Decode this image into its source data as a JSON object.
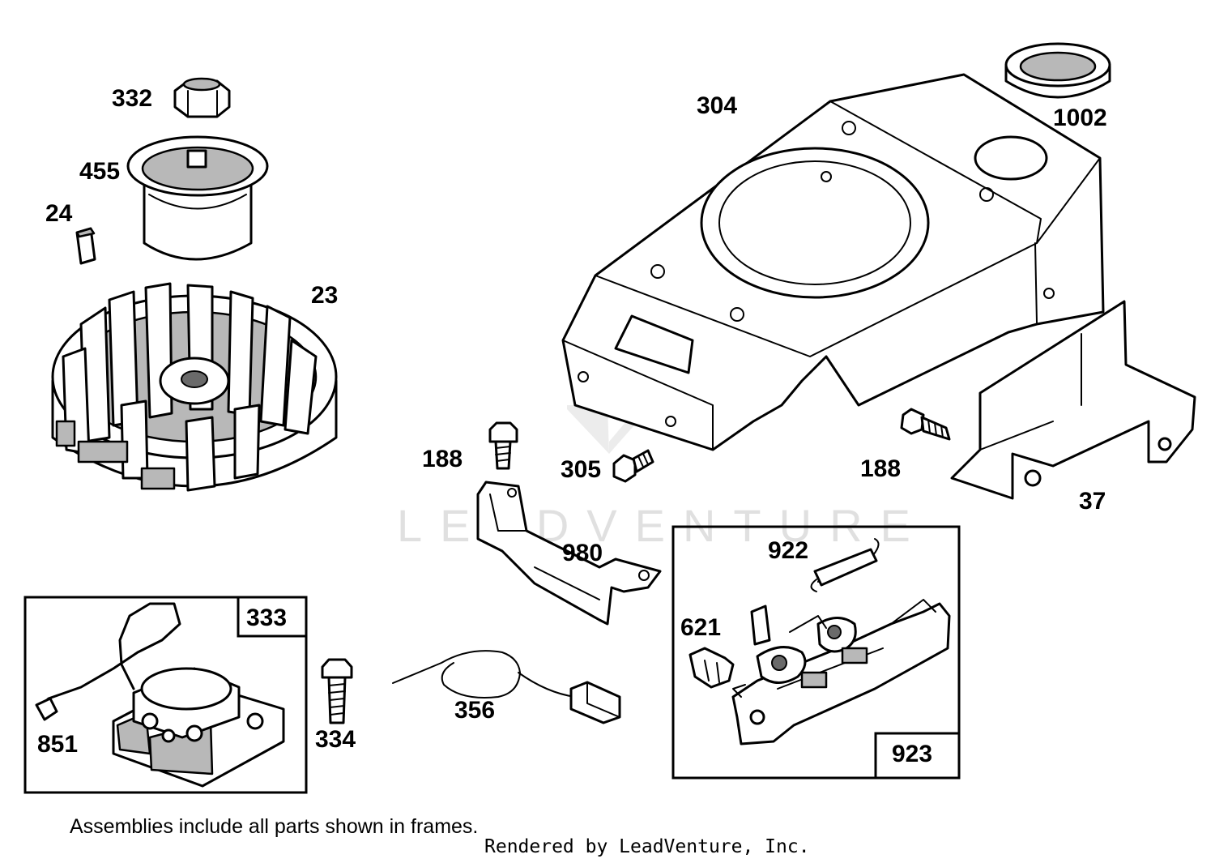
{
  "callouts": {
    "c332": "332",
    "c455": "455",
    "c24": "24",
    "c23": "23",
    "c304": "304",
    "c1002": "1002",
    "c188a": "188",
    "c305": "305",
    "c188b": "188",
    "c37": "37",
    "c980": "980",
    "c922": "922",
    "c621": "621",
    "c333": "333",
    "c851": "851",
    "c334": "334",
    "c356": "356",
    "c923": "923"
  },
  "footer": {
    "note": "Assemblies include all parts shown in frames.",
    "credit": "Rendered by LeadVenture, Inc."
  },
  "watermark": {
    "text": "LEADVENTURE"
  },
  "colors": {
    "ink": "#000000",
    "paper": "#ffffff",
    "watermark": "#c8c8c8"
  }
}
